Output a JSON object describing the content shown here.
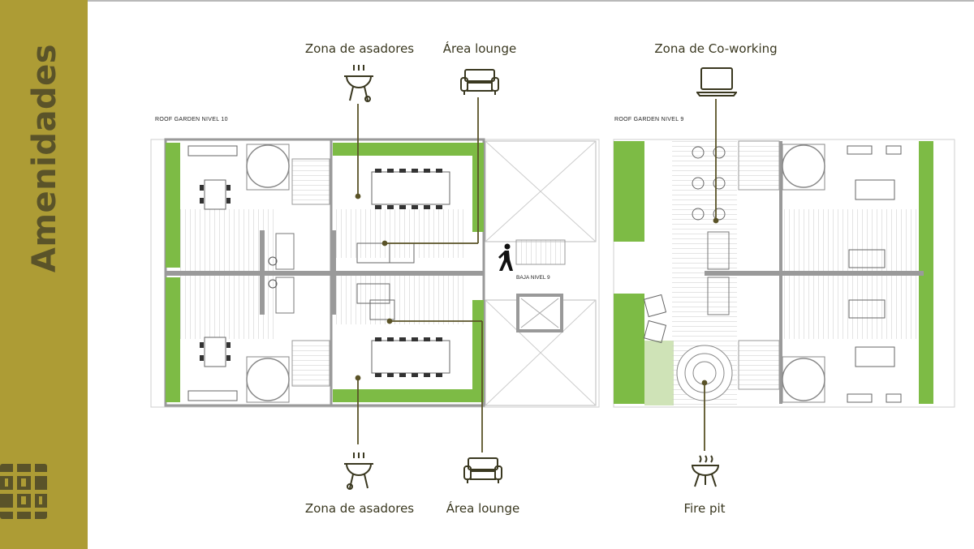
{
  "sidebar": {
    "title": "Amenidades"
  },
  "colors": {
    "accent": "#ad9c35",
    "title": "#5a5329",
    "leader": "#5a5327",
    "green": "#7dbb45"
  },
  "plans": [
    {
      "label": "ROOF GARDEN  NIVEL 10"
    },
    {
      "label": "ROOF GARDEN  NIVEL 9"
    }
  ],
  "stair_note": "BAJA NIVEL 9",
  "amenities": [
    {
      "label": "Zona de asadores",
      "icon": "grill-icon"
    },
    {
      "label": "Área lounge",
      "icon": "sofa-icon"
    },
    {
      "label": "Zona de Co-working",
      "icon": "laptop-icon"
    },
    {
      "label": "Zona de asadores",
      "icon": "grill-icon"
    },
    {
      "label": "Área lounge",
      "icon": "sofa-icon"
    },
    {
      "label": "Fire pit",
      "icon": "fire-pit-icon"
    }
  ]
}
